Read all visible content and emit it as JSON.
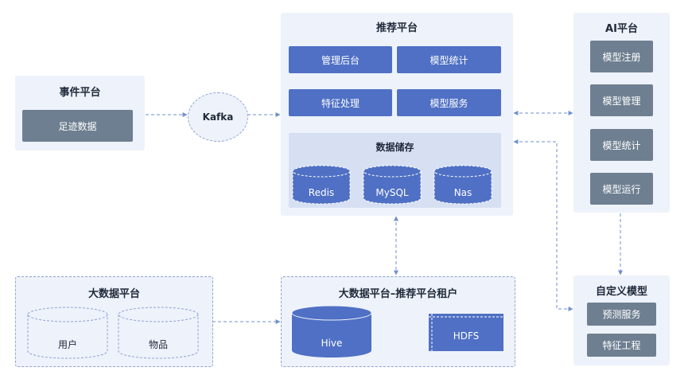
{
  "event_platform": {
    "title": "事件平台",
    "footprint_data": "足迹数据"
  },
  "kafka": {
    "label": "Kafka"
  },
  "recommend_platform": {
    "title": "推荐平台",
    "admin_backend": "管理后台",
    "model_stats": "模型统计",
    "feature_processing": "特征处理",
    "model_service": "模型服务",
    "data_storage": {
      "title": "数据储存",
      "stores": [
        "Redis",
        "MySQL",
        "Nas"
      ]
    }
  },
  "ai_platform": {
    "title": "AI平台",
    "items": [
      "模型注册",
      "模型管理",
      "模型统计",
      "模型运行"
    ]
  },
  "custom_model": {
    "title": "自定义模型",
    "items": [
      "预测服务",
      "特征工程"
    ]
  },
  "bigdata_platform": {
    "title": "大数据平台",
    "stores": [
      "用户",
      "物品"
    ]
  },
  "bigdata_tenant": {
    "title": "大数据平台–推荐平台租户",
    "hive": "Hive",
    "hdfs": "HDFS"
  },
  "colors": {
    "panel_bg": "#eef2fa",
    "box_blue": "#4f70c4",
    "box_gray": "#6e7f91",
    "inner_panel": "#d7e0f3",
    "dashed_line": "#6f8fd1"
  }
}
